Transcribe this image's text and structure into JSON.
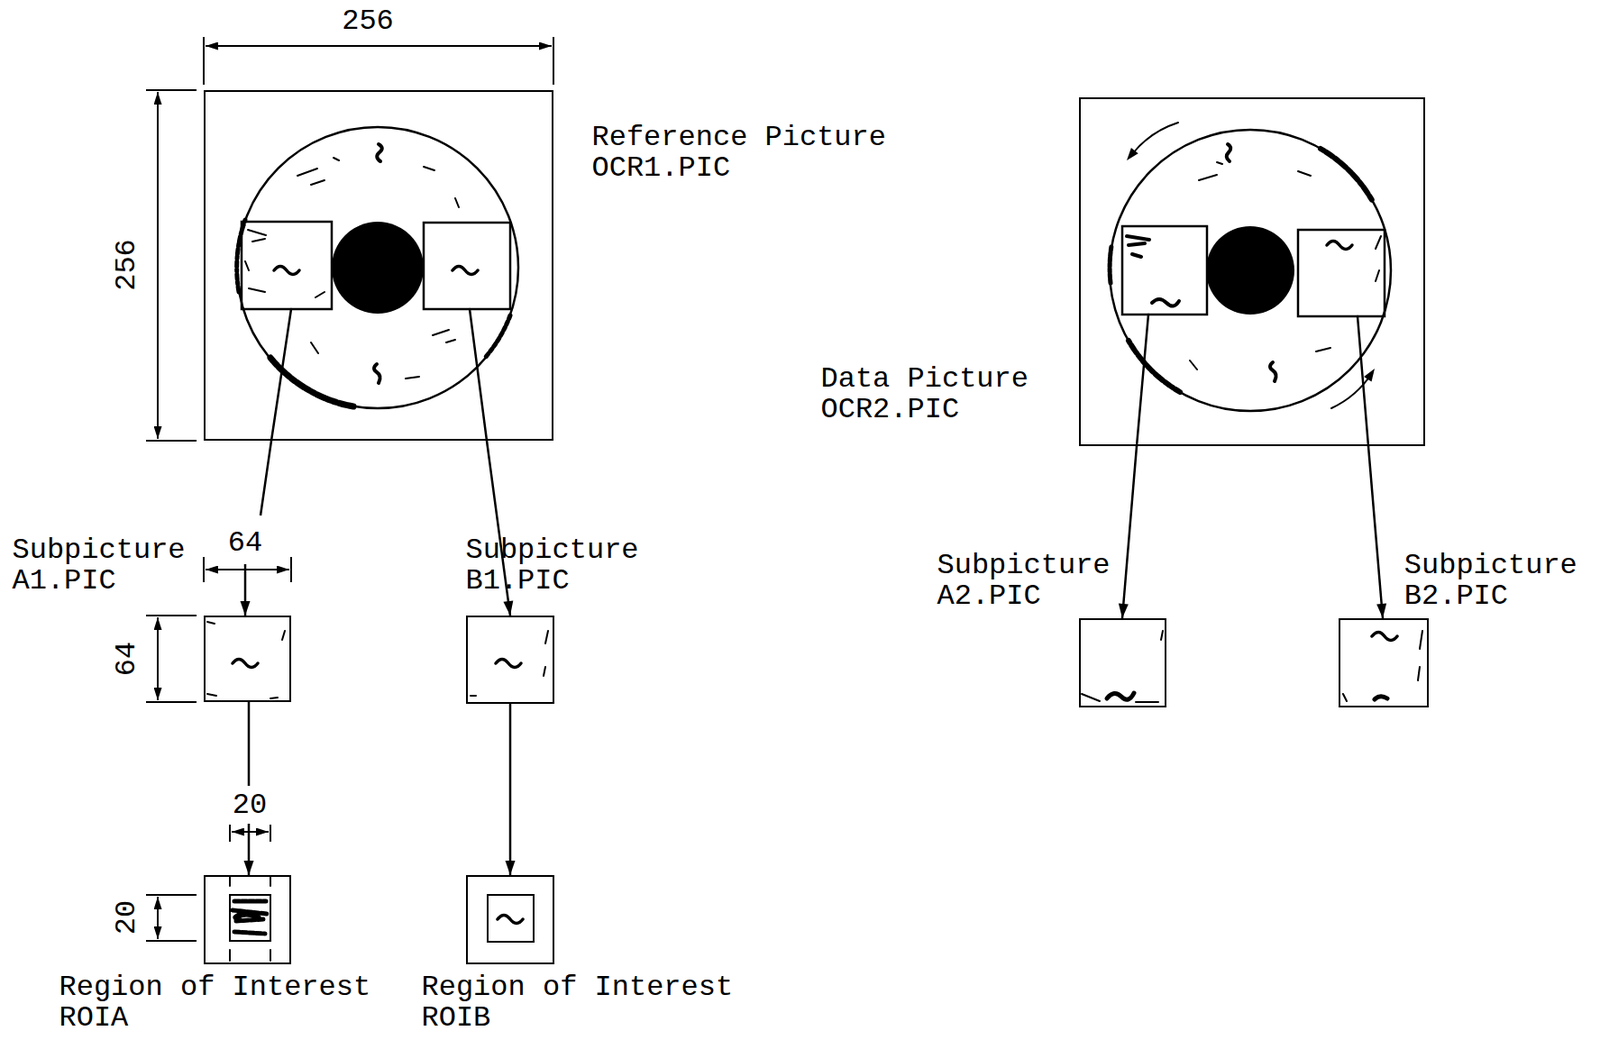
{
  "diagram": {
    "nodes": [
      {
        "text": [
          "Reference Picture OCR1.PIC"
        ]
      },
      {
        "text": [
          "Data Picture OCR2.PIC"
        ]
      },
      {
        "text": [
          "Subpicture A1.PIC"
        ]
      },
      {
        "text": [
          "Subpicture B1.PIC"
        ]
      },
      {
        "text": [
          "Subpicture A2.PIC"
        ]
      },
      {
        "text": [
          "Subpicture B2.PIC"
        ]
      },
      {
        "text": [
          "Region of Interest ROIA"
        ]
      },
      {
        "text": [
          "Region of Interest ROIB"
        ]
      }
    ],
    "edges": [
      {
        "from": 0,
        "to": 2,
        "arrow": "to"
      },
      {
        "from": 0,
        "to": 3,
        "arrow": "to"
      },
      {
        "from": 1,
        "to": 4,
        "arrow": "to"
      },
      {
        "from": 1,
        "to": 5,
        "arrow": "to"
      },
      {
        "from": 2,
        "to": 6,
        "arrow": "to"
      },
      {
        "from": 3,
        "to": 7,
        "arrow": "to"
      }
    ],
    "labels": [
      "256",
      "256",
      "64",
      "64",
      "20",
      "20"
    ]
  }
}
